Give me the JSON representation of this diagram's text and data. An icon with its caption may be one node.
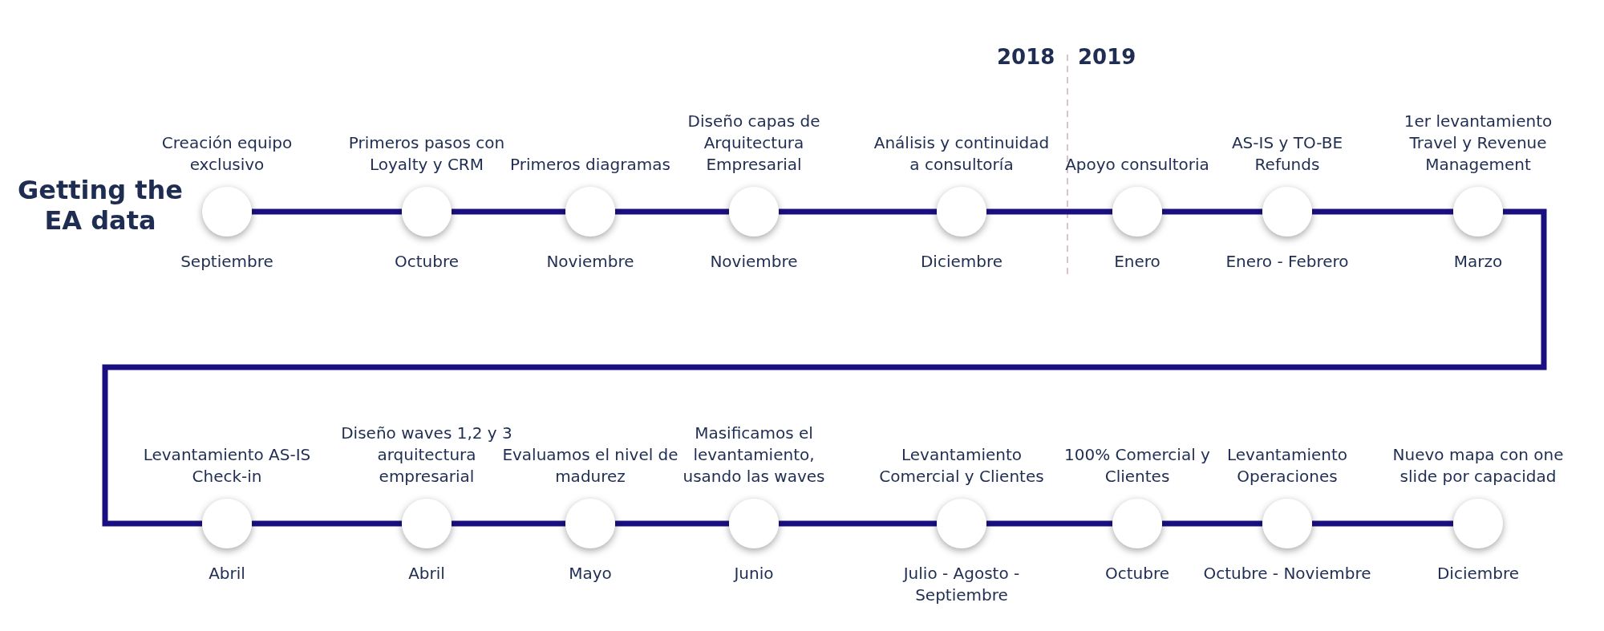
{
  "diagram": {
    "title": "Getting the EA data",
    "nodes": [
      {
        "text": [],
        "shape": "circle",
        "beside": [
          "Creación equipo exclusivo",
          "Septiembre"
        ]
      },
      {
        "text": [],
        "shape": "circle",
        "beside": [
          "Primeros pasos con Loyalty y CRM",
          "Octubre"
        ]
      },
      {
        "text": [],
        "shape": "circle",
        "beside": [
          "Primeros diagramas",
          "Noviembre"
        ]
      },
      {
        "text": [],
        "shape": "circle",
        "beside": [
          "Diseño capas de Arquitectura Empresarial",
          "Noviembre"
        ]
      },
      {
        "text": [],
        "shape": "circle",
        "beside": [
          "Análisis y continuidad a consultoría",
          "Diciembre"
        ]
      },
      {
        "text": [],
        "shape": "circle",
        "beside": [
          "Apoyo consultoria",
          "Enero"
        ]
      },
      {
        "text": [],
        "shape": "circle",
        "beside": [
          "AS-IS y TO-BE Refunds",
          "Enero - Febrero"
        ]
      },
      {
        "text": [],
        "shape": "circle",
        "beside": [
          "1er levantamiento Travel y Revenue Management",
          "Marzo"
        ]
      },
      {
        "text": [],
        "shape": "circle",
        "beside": [
          "Levantamiento AS-IS Check-in",
          "Abril"
        ]
      },
      {
        "text": [],
        "shape": "circle",
        "beside": [
          "Diseño waves 1,2 y 3 arquitectura empresarial",
          "Abril"
        ]
      },
      {
        "text": [],
        "shape": "circle",
        "beside": [
          "Evaluamos el nivel de madurez",
          "Mayo"
        ]
      },
      {
        "text": [],
        "shape": "circle",
        "beside": [
          "Masificamos el levantamiento, usando las waves",
          "Junio"
        ]
      },
      {
        "text": [],
        "shape": "circle",
        "beside": [
          "Levantamiento Comercial y Clientes",
          "Julio - Agosto - Septiembre"
        ]
      },
      {
        "text": [],
        "shape": "circle",
        "beside": [
          "100% Comercial y Clientes",
          "Octubre"
        ]
      },
      {
        "text": [],
        "shape": "circle",
        "beside": [
          "Levantamiento Operaciones",
          "Octubre - Noviembre"
        ]
      },
      {
        "text": [],
        "shape": "circle",
        "beside": [
          "Nuevo mapa con one slide por capacidad",
          "Diciembre"
        ]
      }
    ],
    "edges": [
      {
        "from": 0,
        "to": 1,
        "arrow": "none"
      },
      {
        "from": 1,
        "to": 2,
        "arrow": "none"
      },
      {
        "from": 2,
        "to": 3,
        "arrow": "none"
      },
      {
        "from": 3,
        "to": 4,
        "arrow": "none"
      },
      {
        "from": 4,
        "to": 5,
        "arrow": "none"
      },
      {
        "from": 5,
        "to": 6,
        "arrow": "none"
      },
      {
        "from": 6,
        "to": 7,
        "arrow": "none"
      },
      {
        "from": 7,
        "to": 8,
        "arrow": "none"
      },
      {
        "from": 8,
        "to": 9,
        "arrow": "none"
      },
      {
        "from": 9,
        "to": 10,
        "arrow": "none"
      },
      {
        "from": 10,
        "to": 11,
        "arrow": "none"
      },
      {
        "from": 11,
        "to": 12,
        "arrow": "none"
      },
      {
        "from": 12,
        "to": 13,
        "arrow": "none"
      },
      {
        "from": 13,
        "to": 14,
        "arrow": "none"
      },
      {
        "from": 14,
        "to": 15,
        "arrow": "none"
      }
    ],
    "labels": [
      "2018",
      "2019"
    ]
  }
}
